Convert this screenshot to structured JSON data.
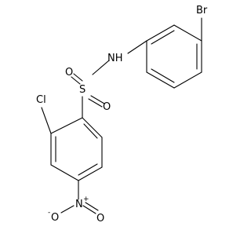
{
  "molecule": {
    "atoms": {
      "br": "Br",
      "nh": "NH",
      "s": "S",
      "o_sulfonyl_1": "O",
      "o_sulfonyl_2": "O",
      "cl": "Cl",
      "n_nitro": "N",
      "n_nitro_charge": "+",
      "o_nitro_1": "O",
      "o_nitro_1_charge": "-",
      "o_nitro_2": "O"
    }
  }
}
